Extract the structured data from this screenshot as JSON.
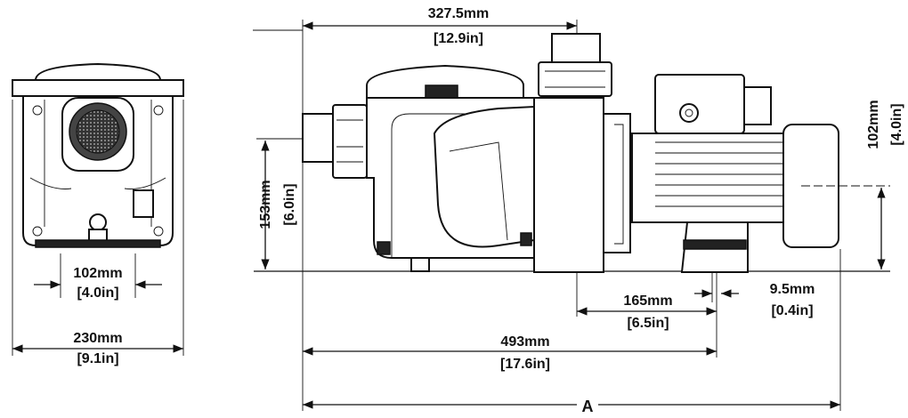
{
  "dimensions": {
    "d_327": {
      "mm": "327.5mm",
      "in": "[12.9in]"
    },
    "d_153": {
      "mm": "153mm",
      "in": "[6.0in]"
    },
    "d_102_right": {
      "mm": "102mm",
      "in": "[4.0in]"
    },
    "d_102_front": {
      "mm": "102mm",
      "in": "[4.0in]"
    },
    "d_230": {
      "mm": "230mm",
      "in": "[9.1in]"
    },
    "d_165": {
      "mm": "165mm",
      "in": "[6.5in]"
    },
    "d_9_5": {
      "mm": "9.5mm",
      "in": "[0.4in]"
    },
    "d_493": {
      "mm": "493mm",
      "in": "[17.6in]"
    },
    "d_A": {
      "label": "A"
    }
  }
}
